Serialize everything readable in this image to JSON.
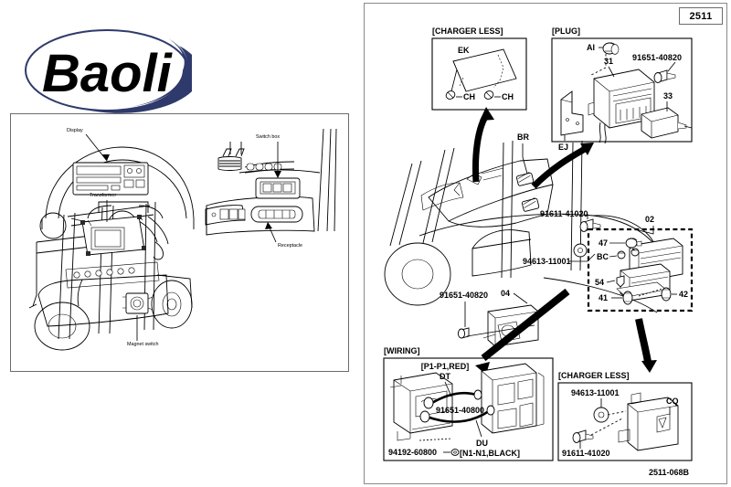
{
  "document": {
    "brand": "Baoli",
    "page_number": "2511",
    "figure_code": "2511-068B"
  },
  "left_panel": {
    "callouts": [
      {
        "id": "display",
        "label": "Display"
      },
      {
        "id": "switch-box",
        "label": "Switch box"
      },
      {
        "id": "transformer",
        "label": "Transformer"
      },
      {
        "id": "receptacle",
        "label": "Receptacle"
      },
      {
        "id": "magnet-switch",
        "label": "Magnet switch"
      }
    ]
  },
  "right_panel": {
    "boxes": [
      {
        "id": "charger-less-top",
        "title": "[CHARGER LESS]"
      },
      {
        "id": "plug",
        "title": "[PLUG]"
      },
      {
        "id": "wiring",
        "title": "[WIRING]"
      },
      {
        "id": "charger-less-bottom",
        "title": "[CHARGER LESS]"
      }
    ],
    "charger_less_top": {
      "part_ek": "EK",
      "part_ch_left": "CH",
      "part_ch_right": "CH"
    },
    "plug_box": {
      "part_ai": "AI",
      "part_31": "31",
      "part_bolt": "91651-40820",
      "part_33": "33",
      "part_ej": "EJ"
    },
    "main_view": {
      "part_br": "BR",
      "part_91611": "91611-41020",
      "part_94613": "94613-11001",
      "part_91651": "91651-40820",
      "part_04": "04",
      "part_02": "02"
    },
    "battery_detail": {
      "part_47": "47",
      "part_bc": "BC",
      "part_54": "54",
      "part_41": "41",
      "part_42": "42"
    },
    "wiring_box": {
      "harness_red": "[P1-P1,RED]",
      "code_dt": "DT",
      "part_91651": "91651-40800",
      "part_94192": "94192-60800",
      "code_du": "DU",
      "harness_black": "[N1-N1,BLACK]"
    },
    "charger_less_bottom": {
      "part_94613": "94613-11001",
      "part_cq": "CQ",
      "part_91611": "91611-41020"
    }
  }
}
